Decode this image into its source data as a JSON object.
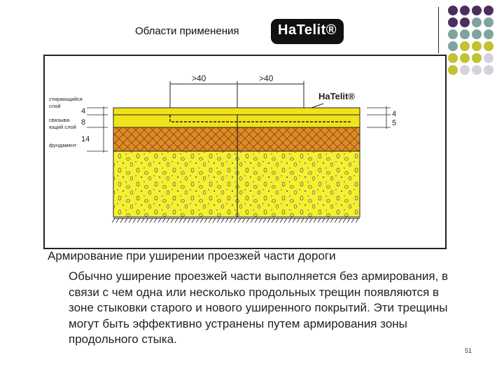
{
  "header": {
    "title": "Области применения",
    "logo_text": "HaTelit®"
  },
  "decor": {
    "dot_colors": [
      "#4b2e5f",
      "#7fa39e",
      "#c2c232",
      "#d3d3de"
    ]
  },
  "figure": {
    "dimension_left": ">40",
    "dimension_right": ">40",
    "product_label": "HaTelit®",
    "layers": [
      {
        "label": "стирающийся слой",
        "value": "4"
      },
      {
        "label": "связыва- ющий слой",
        "value": "8"
      },
      {
        "label": "фундамент",
        "value": "14"
      }
    ],
    "right_values": [
      "4",
      "5"
    ],
    "colors": {
      "surface": "#f2e21a",
      "binder": "#e08a24",
      "base": "#f5f032"
    }
  },
  "caption": "Армирование при уширении проезжей части дороги",
  "body_text": "Обычно уширение проезжей части выполняется без армирования, в связи с чем одна или несколько продольных трещин появляются в зоне стыковки старого и нового уширенного покрытий. Эти трещины могут быть эффективно устранены путем армирования зоны продольного стыка.",
  "page_number": "51"
}
